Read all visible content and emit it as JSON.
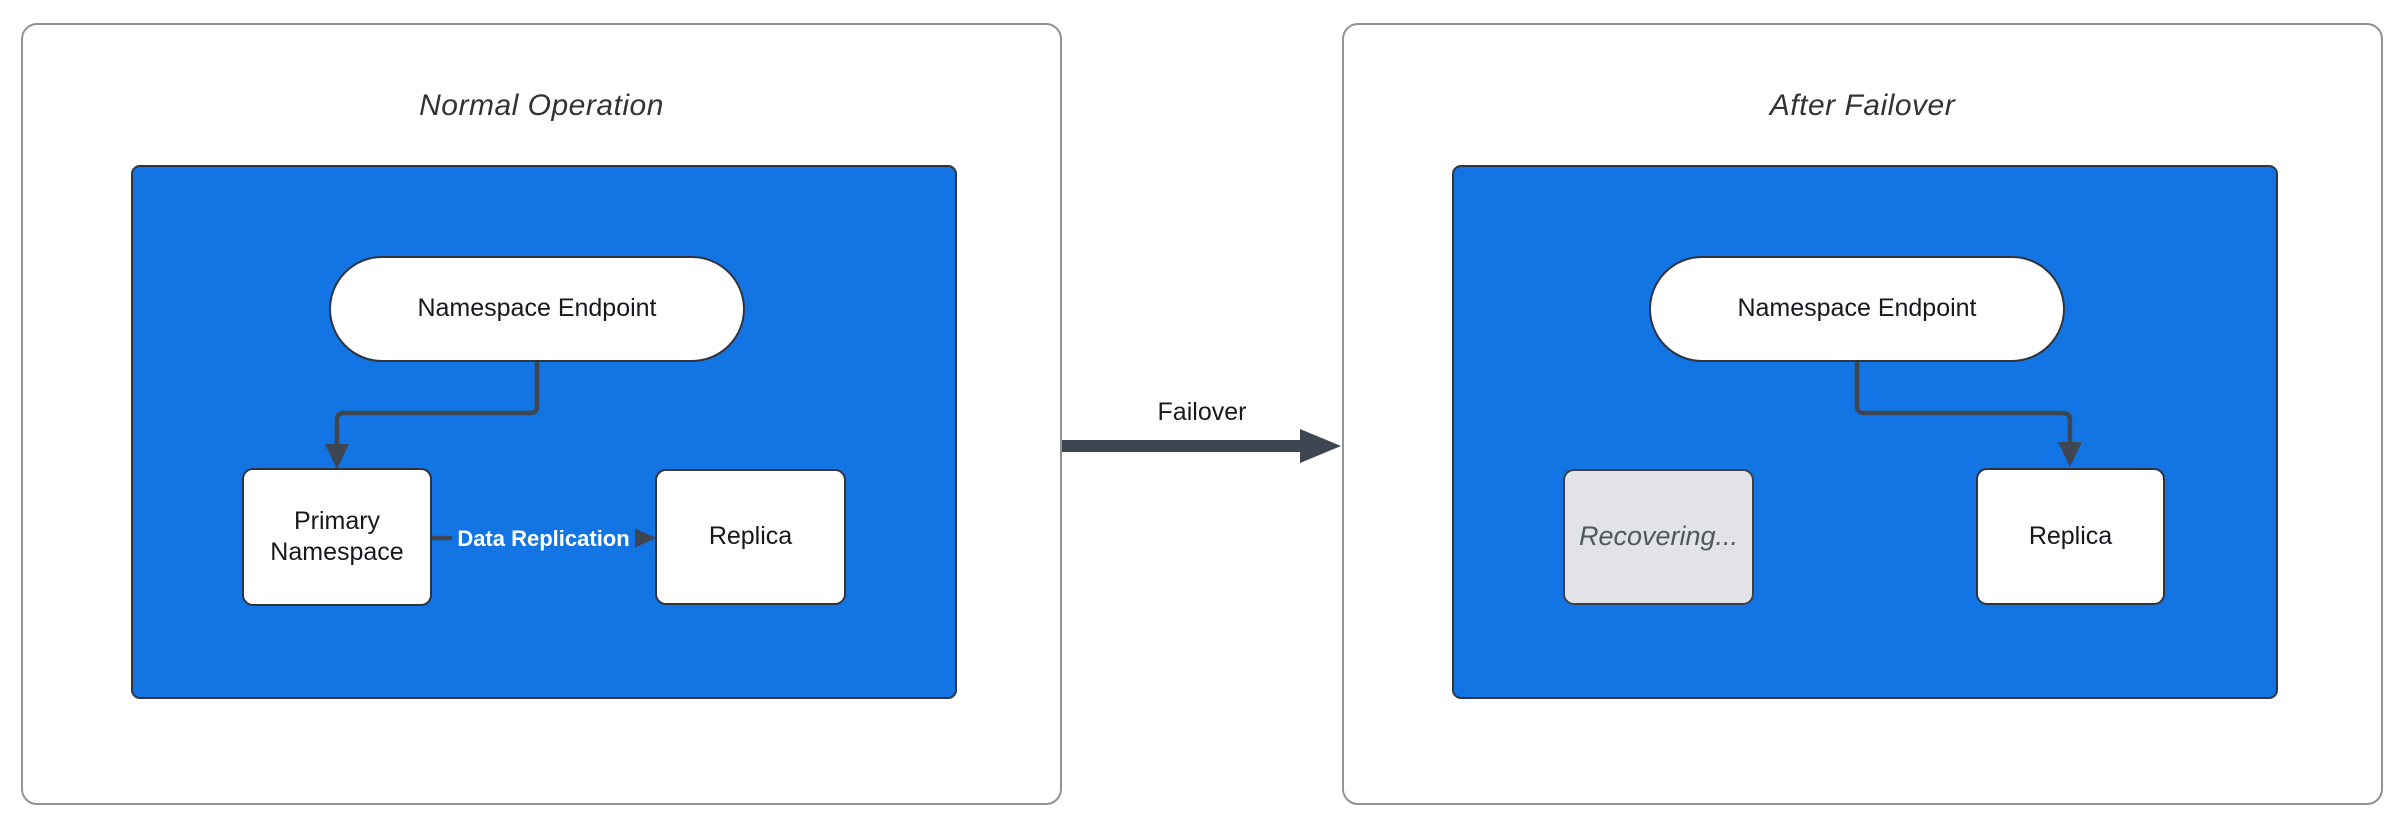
{
  "colors": {
    "cluster_fill": "#1275E3",
    "node_fill": "#FFFFFF",
    "node_border": "#2E343D",
    "connector": "#3E4651",
    "recovering_fill": "#E2E3E6",
    "recovering_text": "#50565E",
    "edge_label_text": "#FFFFFF",
    "panel_border": "#8F9296",
    "title_text": "#333333"
  },
  "panels": [
    {
      "title": "Normal Operation",
      "endpoint_label": "Namespace Endpoint",
      "primary_label": "Primary Namespace",
      "replica_label": "Replica",
      "edge_label": "Data Replication"
    },
    {
      "title": "After Failover",
      "endpoint_label": "Namespace Endpoint",
      "recovering_label": "Recovering...",
      "replica_label": "Replica"
    }
  ],
  "transition": {
    "label": "Failover"
  }
}
